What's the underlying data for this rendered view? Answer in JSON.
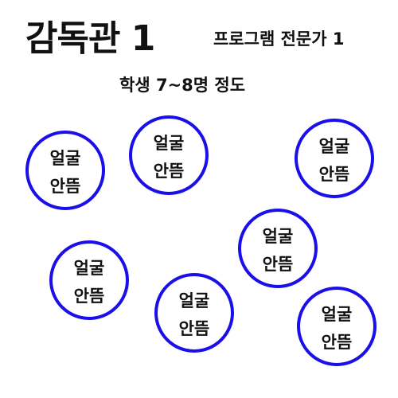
{
  "header": {
    "title": "감독관 1",
    "subtitle": "프로그램 전문가 1",
    "students": "학생 7~8명 정도"
  },
  "colors": {
    "circle_border": "#1a0fe8",
    "text": "#111111",
    "background": "#ffffff"
  },
  "seats": [
    {
      "line1": "얼굴",
      "line2": "안뜸"
    },
    {
      "line1": "얼굴",
      "line2": "안뜸"
    },
    {
      "line1": "얼굴",
      "line2": "안뜸"
    },
    {
      "line1": "얼굴",
      "line2": "안뜸"
    },
    {
      "line1": "얼굴",
      "line2": "안뜸"
    },
    {
      "line1": "얼굴",
      "line2": "안뜸"
    },
    {
      "line1": "얼굴",
      "line2": "안뜸"
    }
  ]
}
